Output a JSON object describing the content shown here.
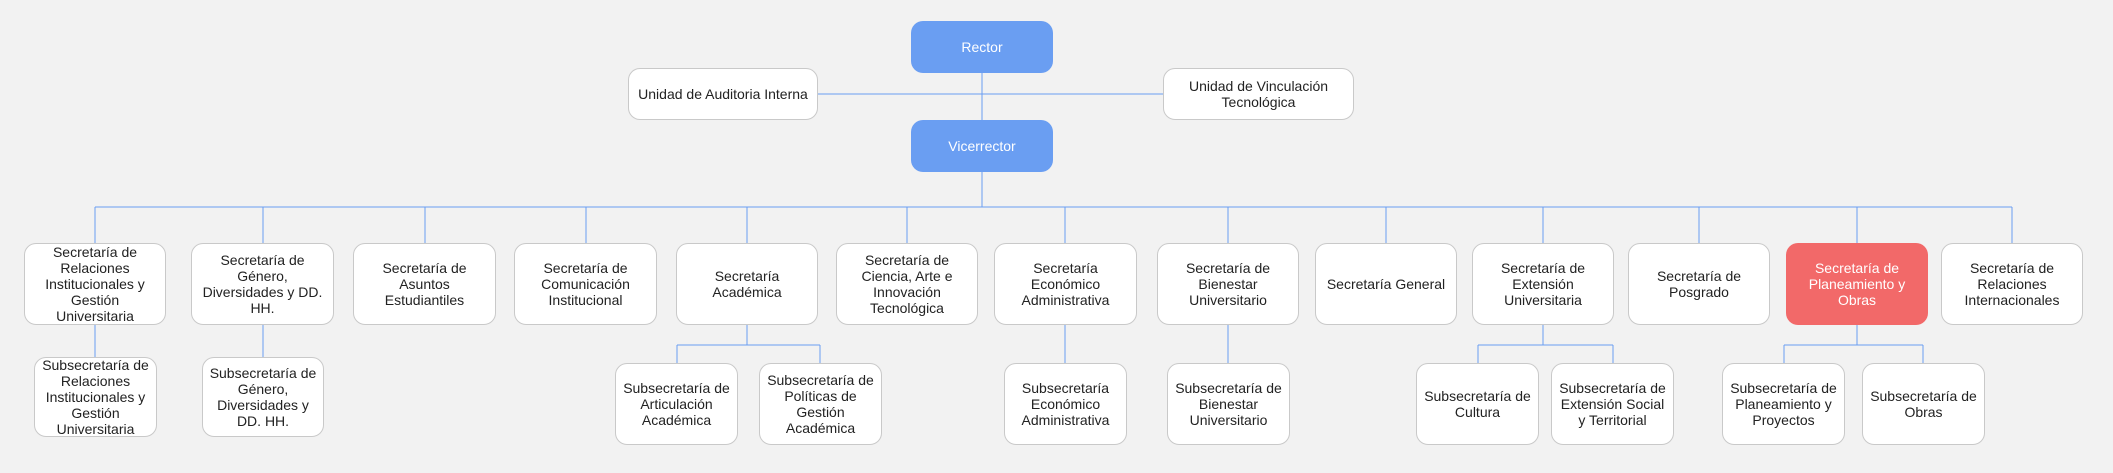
{
  "colors": {
    "background": "#f2f2f2",
    "connector": "#6a9ef2",
    "top_node": "#6a9ef2",
    "highlight_node": "#f26969",
    "node": "#ffffff",
    "node_border": "#c9c9c9"
  },
  "nodes": {
    "rector": {
      "label": "Rector"
    },
    "auditoria": {
      "label": "Unidad de Auditoria Interna"
    },
    "vinculacion": {
      "label": "Unidad de Vinculación Tecnológica"
    },
    "vicerrector": {
      "label": "Vicerrector"
    },
    "sec_relaciones_institucionales": {
      "label": "Secretaría de Relaciones Institucionales y Gestión Universitaria"
    },
    "sec_genero": {
      "label": "Secretaría de Género, Diversidades y DD. HH."
    },
    "sec_asuntos_estudiantiles": {
      "label": "Secretaría de Asuntos Estudiantiles"
    },
    "sec_comunicacion": {
      "label": "Secretaría de Comunicación Institucional"
    },
    "sec_academica": {
      "label": "Secretaría Académica"
    },
    "sec_ciencia": {
      "label": "Secretaría de Ciencia, Arte e Innovación Tecnológica"
    },
    "sec_economico": {
      "label": "Secretaría Económico Administrativa"
    },
    "sec_bienestar": {
      "label": "Secretaría de Bienestar Universitario"
    },
    "sec_general": {
      "label": "Secretaría General"
    },
    "sec_extension": {
      "label": "Secretaría de Extensión Universitaria"
    },
    "sec_posgrado": {
      "label": "Secretaría de Posgrado"
    },
    "sec_planeamiento": {
      "label": "Secretaría de Planeamiento y Obras"
    },
    "sec_relaciones_internacionales": {
      "label": "Secretaría de Relaciones Internacionales"
    },
    "sub_relaciones_institucionales": {
      "label": "Subsecretaría de Relaciones Institucionales y Gestión Universitaria"
    },
    "sub_genero": {
      "label": "Subsecretaría de Género, Diversidades y DD. HH."
    },
    "sub_articulacion": {
      "label": "Subsecretaría de Articulación Académica"
    },
    "sub_politicas_gestion": {
      "label": "Subsecretaría de Políticas de Gestión Académica"
    },
    "sub_economico": {
      "label": "Subsecretaría Económico Administrativa"
    },
    "sub_bienestar": {
      "label": "Subsecretaría de Bienestar Universitario"
    },
    "sub_cultura": {
      "label": "Subsecretaría de Cultura"
    },
    "sub_extension_social": {
      "label": "Subsecretaría de Extensión Social y Territorial"
    },
    "sub_planeamiento_proyectos": {
      "label": "Subsecretaría de Planeamiento y Proyectos"
    },
    "sub_obras": {
      "label": "Subsecretaría de Obras"
    }
  }
}
